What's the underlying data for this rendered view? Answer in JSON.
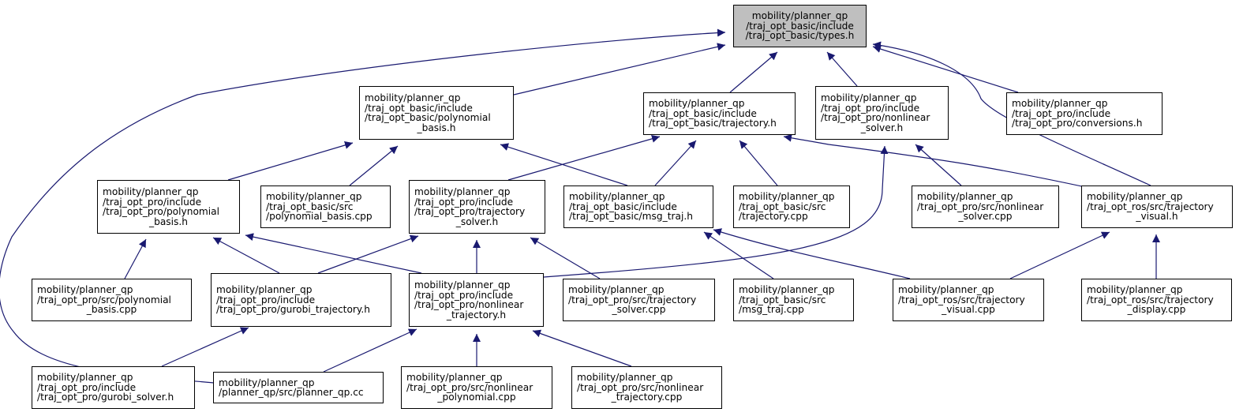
{
  "colors": {
    "edge": "#191970",
    "root_fill": "#bfbfbf",
    "node_fill": "#ffffff",
    "border": "#000000"
  },
  "nodes": [
    {
      "id": "types",
      "root": true,
      "lines": [
        "mobility/planner_qp",
        "/traj_opt_basic/include",
        "/traj_opt_basic/types.h"
      ]
    },
    {
      "id": "basic_polynomial_basis_h",
      "lines": [
        "mobility/planner_qp",
        "/traj_opt_basic/include",
        "/traj_opt_basic/polynomial",
        "_basis.h"
      ]
    },
    {
      "id": "basic_trajectory_h",
      "lines": [
        "mobility/planner_qp",
        "/traj_opt_basic/include",
        "/traj_opt_basic/trajectory.h"
      ]
    },
    {
      "id": "pro_nonlinear_solver_h",
      "lines": [
        "mobility/planner_qp",
        "/traj_opt_pro/include",
        "/traj_opt_pro/nonlinear",
        "_solver.h"
      ]
    },
    {
      "id": "pro_conversions_h",
      "lines": [
        "mobility/planner_qp",
        "/traj_opt_pro/include",
        "/traj_opt_pro/conversions.h"
      ]
    },
    {
      "id": "pro_polynomial_basis_h",
      "lines": [
        "mobility/planner_qp",
        "/traj_opt_pro/include",
        "/traj_opt_pro/polynomial",
        "_basis.h"
      ]
    },
    {
      "id": "basic_polynomial_basis_cpp",
      "lines": [
        "mobility/planner_qp",
        "/traj_opt_basic/src",
        "/polynomial_basis.cpp"
      ]
    },
    {
      "id": "pro_trajectory_solver_h",
      "lines": [
        "mobility/planner_qp",
        "/traj_opt_pro/include",
        "/traj_opt_pro/trajectory",
        "_solver.h"
      ]
    },
    {
      "id": "basic_msg_traj_h",
      "lines": [
        "mobility/planner_qp",
        "/traj_opt_basic/include",
        "/traj_opt_basic/msg_traj.h"
      ]
    },
    {
      "id": "basic_trajectory_cpp",
      "lines": [
        "mobility/planner_qp",
        "/traj_opt_basic/src",
        "/trajectory.cpp"
      ]
    },
    {
      "id": "pro_nonlinear_solver_cpp",
      "lines": [
        "mobility/planner_qp",
        "/traj_opt_pro/src/nonlinear",
        "_solver.cpp"
      ]
    },
    {
      "id": "ros_trajectory_visual_h",
      "lines": [
        "mobility/planner_qp",
        "/traj_opt_ros/src/trajectory",
        "_visual.h"
      ]
    },
    {
      "id": "pro_polynomial_basis_cpp",
      "lines": [
        "mobility/planner_qp",
        "/traj_opt_pro/src/polynomial",
        "_basis.cpp"
      ]
    },
    {
      "id": "pro_gurobi_trajectory_h",
      "lines": [
        "mobility/planner_qp",
        "/traj_opt_pro/include",
        "/traj_opt_pro/gurobi_trajectory.h"
      ]
    },
    {
      "id": "pro_nonlinear_trajectory_h",
      "lines": [
        "mobility/planner_qp",
        "/traj_opt_pro/include",
        "/traj_opt_pro/nonlinear",
        "_trajectory.h"
      ]
    },
    {
      "id": "pro_trajectory_solver_cpp",
      "lines": [
        "mobility/planner_qp",
        "/traj_opt_pro/src/trajectory",
        "_solver.cpp"
      ]
    },
    {
      "id": "basic_msg_traj_cpp",
      "lines": [
        "mobility/planner_qp",
        "/traj_opt_basic/src",
        "/msg_traj.cpp"
      ]
    },
    {
      "id": "ros_trajectory_visual_cpp",
      "lines": [
        "mobility/planner_qp",
        "/traj_opt_ros/src/trajectory",
        "_visual.cpp"
      ]
    },
    {
      "id": "ros_trajectory_display_cpp",
      "lines": [
        "mobility/planner_qp",
        "/traj_opt_ros/src/trajectory",
        "_display.cpp"
      ]
    },
    {
      "id": "pro_gurobi_solver_h",
      "lines": [
        "mobility/planner_qp",
        "/traj_opt_pro/include",
        "/traj_opt_pro/gurobi_solver.h"
      ]
    },
    {
      "id": "planner_qp_cc",
      "lines": [
        "mobility/planner_qp",
        "/planner_qp/src/planner_qp.cc"
      ]
    },
    {
      "id": "pro_nonlinear_polynomial_cpp",
      "lines": [
        "mobility/planner_qp",
        "/traj_opt_pro/src/nonlinear",
        "_polynomial.cpp"
      ]
    },
    {
      "id": "pro_nonlinear_trajectory_cpp",
      "lines": [
        "mobility/planner_qp",
        "/traj_opt_pro/src/nonlinear",
        "_trajectory.cpp"
      ]
    }
  ],
  "edges": [
    [
      "basic_polynomial_basis_h",
      "types"
    ],
    [
      "basic_trajectory_h",
      "types"
    ],
    [
      "pro_nonlinear_solver_h",
      "types"
    ],
    [
      "pro_conversions_h",
      "types"
    ],
    [
      "ros_trajectory_visual_h",
      "types"
    ],
    [
      "planner_qp_cc",
      "types"
    ],
    [
      "pro_polynomial_basis_h",
      "basic_polynomial_basis_h"
    ],
    [
      "basic_polynomial_basis_cpp",
      "basic_polynomial_basis_h"
    ],
    [
      "basic_msg_traj_h",
      "basic_polynomial_basis_h"
    ],
    [
      "pro_trajectory_solver_h",
      "basic_trajectory_h"
    ],
    [
      "basic_msg_traj_h",
      "basic_trajectory_h"
    ],
    [
      "basic_trajectory_cpp",
      "basic_trajectory_h"
    ],
    [
      "ros_trajectory_visual_h",
      "basic_trajectory_h"
    ],
    [
      "pro_nonlinear_solver_cpp",
      "pro_nonlinear_solver_h"
    ],
    [
      "pro_nonlinear_trajectory_h",
      "pro_nonlinear_solver_h"
    ],
    [
      "pro_polynomial_basis_cpp",
      "pro_polynomial_basis_h"
    ],
    [
      "pro_gurobi_trajectory_h",
      "pro_polynomial_basis_h"
    ],
    [
      "pro_nonlinear_trajectory_h",
      "pro_polynomial_basis_h"
    ],
    [
      "pro_gurobi_trajectory_h",
      "pro_trajectory_solver_h"
    ],
    [
      "pro_nonlinear_trajectory_h",
      "pro_trajectory_solver_h"
    ],
    [
      "pro_trajectory_solver_cpp",
      "pro_trajectory_solver_h"
    ],
    [
      "basic_msg_traj_cpp",
      "basic_msg_traj_h"
    ],
    [
      "ros_trajectory_visual_cpp",
      "basic_msg_traj_h"
    ],
    [
      "ros_trajectory_visual_cpp",
      "ros_trajectory_visual_h"
    ],
    [
      "ros_trajectory_display_cpp",
      "ros_trajectory_visual_h"
    ],
    [
      "pro_gurobi_solver_h",
      "pro_gurobi_trajectory_h"
    ],
    [
      "planner_qp_cc",
      "pro_nonlinear_trajectory_h"
    ],
    [
      "pro_nonlinear_polynomial_cpp",
      "pro_nonlinear_trajectory_h"
    ],
    [
      "pro_nonlinear_trajectory_cpp",
      "pro_nonlinear_trajectory_h"
    ]
  ]
}
